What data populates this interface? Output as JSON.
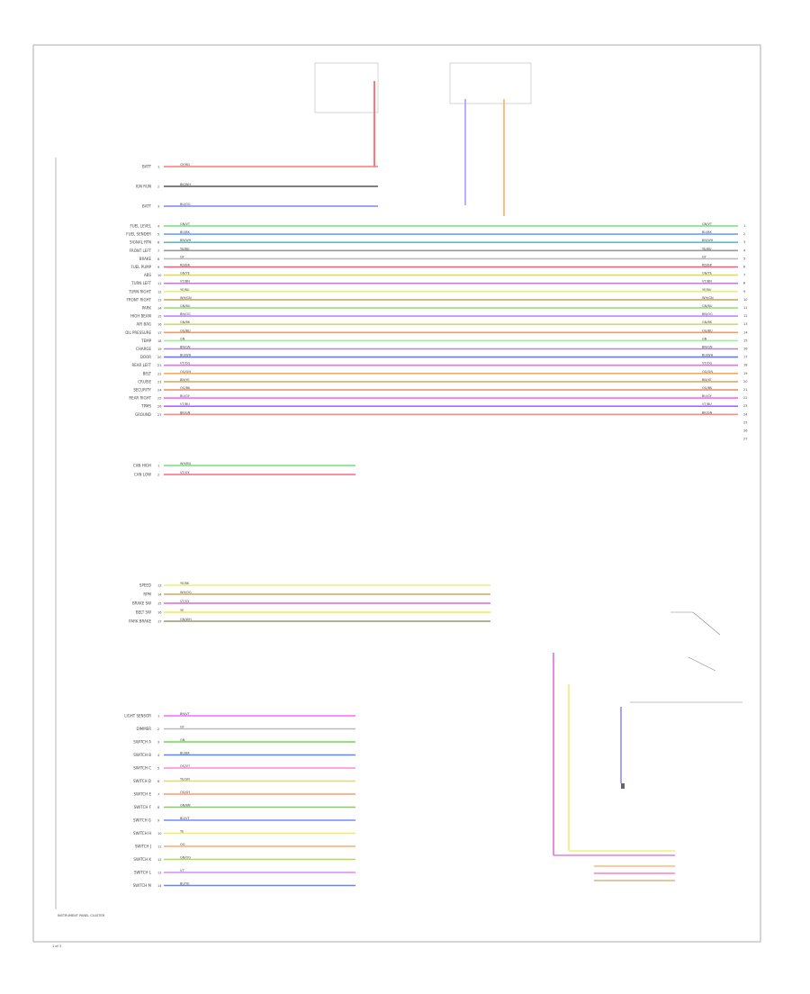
{
  "diagram": {
    "page_number": "1 of 3",
    "frame_color": "#999999",
    "module_label": "INSTRUMENT PANEL CLUSTER",
    "left_pins": [
      {
        "label": "BATT",
        "num": "1",
        "wire": "GY/RD",
        "color": "#ff7777"
      },
      {
        "label": "IGN RUN",
        "num": "2",
        "wire": "BK/WH",
        "color": "#555555"
      },
      {
        "label": "BATT",
        "num": "3",
        "wire": "BU/OG",
        "color": "#8080ff"
      },
      {
        "label": "FUEL LEVEL",
        "num": "4",
        "wire": "GN/VT",
        "color": "#77dd77"
      },
      {
        "label": "FUEL SENDER",
        "num": "5",
        "wire": "BU/BK",
        "color": "#6aa0ff"
      },
      {
        "label": "SIGNAL RTN",
        "num": "6",
        "wire": "BN/WH",
        "color": "#66bbbb"
      },
      {
        "label": "FRONT LEFT",
        "num": "7",
        "wire": "YE/BU",
        "color": "#999999"
      },
      {
        "label": "BRAKE",
        "num": "8",
        "wire": "GY",
        "color": "#bbbbbb"
      },
      {
        "label": "FUEL PUMP",
        "num": "9",
        "wire": "RD/BK",
        "color": "#ff5577"
      },
      {
        "label": "ABS",
        "num": "10",
        "wire": "GN/YE",
        "color": "#dddd55"
      },
      {
        "label": "TURN LEFT",
        "num": "11",
        "wire": "VT/BN",
        "color": "#cc77dd"
      },
      {
        "label": "TURN RIGHT",
        "num": "12",
        "wire": "YE/BU",
        "color": "#eeee77"
      },
      {
        "label": "FRONT RIGHT",
        "num": "13",
        "wire": "WH/GN",
        "color": "#ccaa66"
      },
      {
        "label": "PARK",
        "num": "14",
        "wire": "GN/BU",
        "color": "#88dd66"
      },
      {
        "label": "HIGH BEAM",
        "num": "15",
        "wire": "BN/OG",
        "color": "#bb88ff"
      },
      {
        "label": "AIR BAG",
        "num": "16",
        "wire": "GN/BK",
        "color": "#ccdd77"
      },
      {
        "label": "OIL PRESSURE",
        "num": "17",
        "wire": "OG/BU",
        "color": "#ee9966"
      },
      {
        "label": "TEMP",
        "num": "18",
        "wire": "GN",
        "color": "#99ee99"
      },
      {
        "label": "CHARGE",
        "num": "19",
        "wire": "BN/GN",
        "color": "#aa88cc"
      },
      {
        "label": "DOOR",
        "num": "20",
        "wire": "BU/WH",
        "color": "#6677ff"
      },
      {
        "label": "REAR LEFT",
        "num": "21",
        "wire": "VT/OG",
        "color": "#dd77dd"
      },
      {
        "label": "BELT",
        "num": "22",
        "wire": "OG/GN",
        "color": "#ffaa55"
      },
      {
        "label": "CRUISE",
        "num": "23",
        "wire": "BN/YE",
        "color": "#ddaa66"
      },
      {
        "label": "SECURITY",
        "num": "24",
        "wire": "OG/BK",
        "color": "#ee8866"
      },
      {
        "label": "REAR RIGHT",
        "num": "25",
        "wire": "BU/GY",
        "color": "#ff66ff"
      },
      {
        "label": "TPMS",
        "num": "26",
        "wire": "VT/BU",
        "color": "#aa66ff"
      },
      {
        "label": "GROUND",
        "num": "27",
        "wire": "BK/GN",
        "color": "#ff8888"
      }
    ],
    "can_pins": [
      {
        "label": "CAN HIGH",
        "num": "1",
        "wire": "WH/BU",
        "color": "#77dd77"
      },
      {
        "label": "CAN LOW",
        "num": "2",
        "wire": "VT/GY",
        "color": "#ff6688"
      }
    ],
    "switch_pins": [
      {
        "label": "SPEED",
        "num": "13",
        "wire": "YE/BK",
        "color": "#eeee77"
      },
      {
        "label": "RPM",
        "num": "14",
        "wire": "WH/OG",
        "color": "#ccaa66"
      },
      {
        "label": "BRAKE SW",
        "num": "15",
        "wire": "VT/GY",
        "color": "#dd66dd"
      },
      {
        "label": "BELT SW",
        "num": "16",
        "wire": "YE",
        "color": "#eeee44"
      },
      {
        "label": "PARK BRAKE",
        "num": "17",
        "wire": "GN/WH",
        "color": "#999966"
      }
    ],
    "lower_pins": [
      {
        "label": "LIGHT SENSOR",
        "num": "1",
        "wire": "BN/VT",
        "color": "#ff66ff"
      },
      {
        "label": "DIMMER",
        "num": "2",
        "wire": "GY",
        "color": "#bbbbbb"
      },
      {
        "label": "SWITCH A",
        "num": "3",
        "wire": "GN",
        "color": "#66dd44"
      },
      {
        "label": "SWITCH B",
        "num": "4",
        "wire": "BU/BK",
        "color": "#5588ff"
      },
      {
        "label": "SWITCH C",
        "num": "5",
        "wire": "OG/VT",
        "color": "#ff88dd"
      },
      {
        "label": "SWITCH D",
        "num": "6",
        "wire": "YE/GN",
        "color": "#dddd77"
      },
      {
        "label": "SWITCH E",
        "num": "7",
        "wire": "OG/GY",
        "color": "#ff9966"
      },
      {
        "label": "SWITCH F",
        "num": "8",
        "wire": "GN/BN",
        "color": "#88cc66"
      },
      {
        "label": "SWITCH G",
        "num": "9",
        "wire": "BU/VT",
        "color": "#7788ff"
      },
      {
        "label": "SWITCH H",
        "num": "10",
        "wire": "YE",
        "color": "#eeee66"
      },
      {
        "label": "SWITCH J",
        "num": "11",
        "wire": "OG",
        "color": "#ffaa66"
      },
      {
        "label": "SWITCH K",
        "num": "12",
        "wire": "GN/OG",
        "color": "#aadd55"
      },
      {
        "label": "SWITCH L",
        "num": "13",
        "wire": "VT",
        "color": "#dd88ff"
      },
      {
        "label": "SWITCH M",
        "num": "14",
        "wire": "BU/YE",
        "color": "#6688dd"
      }
    ],
    "right_pin_numbers": [
      "1",
      "2",
      "3",
      "4",
      "5",
      "6",
      "7",
      "8",
      "9",
      "10",
      "11",
      "12",
      "13",
      "14",
      "15",
      "16",
      "17",
      "18",
      "19",
      "20",
      "21",
      "22",
      "23",
      "24",
      "25",
      "26",
      "27"
    ]
  }
}
